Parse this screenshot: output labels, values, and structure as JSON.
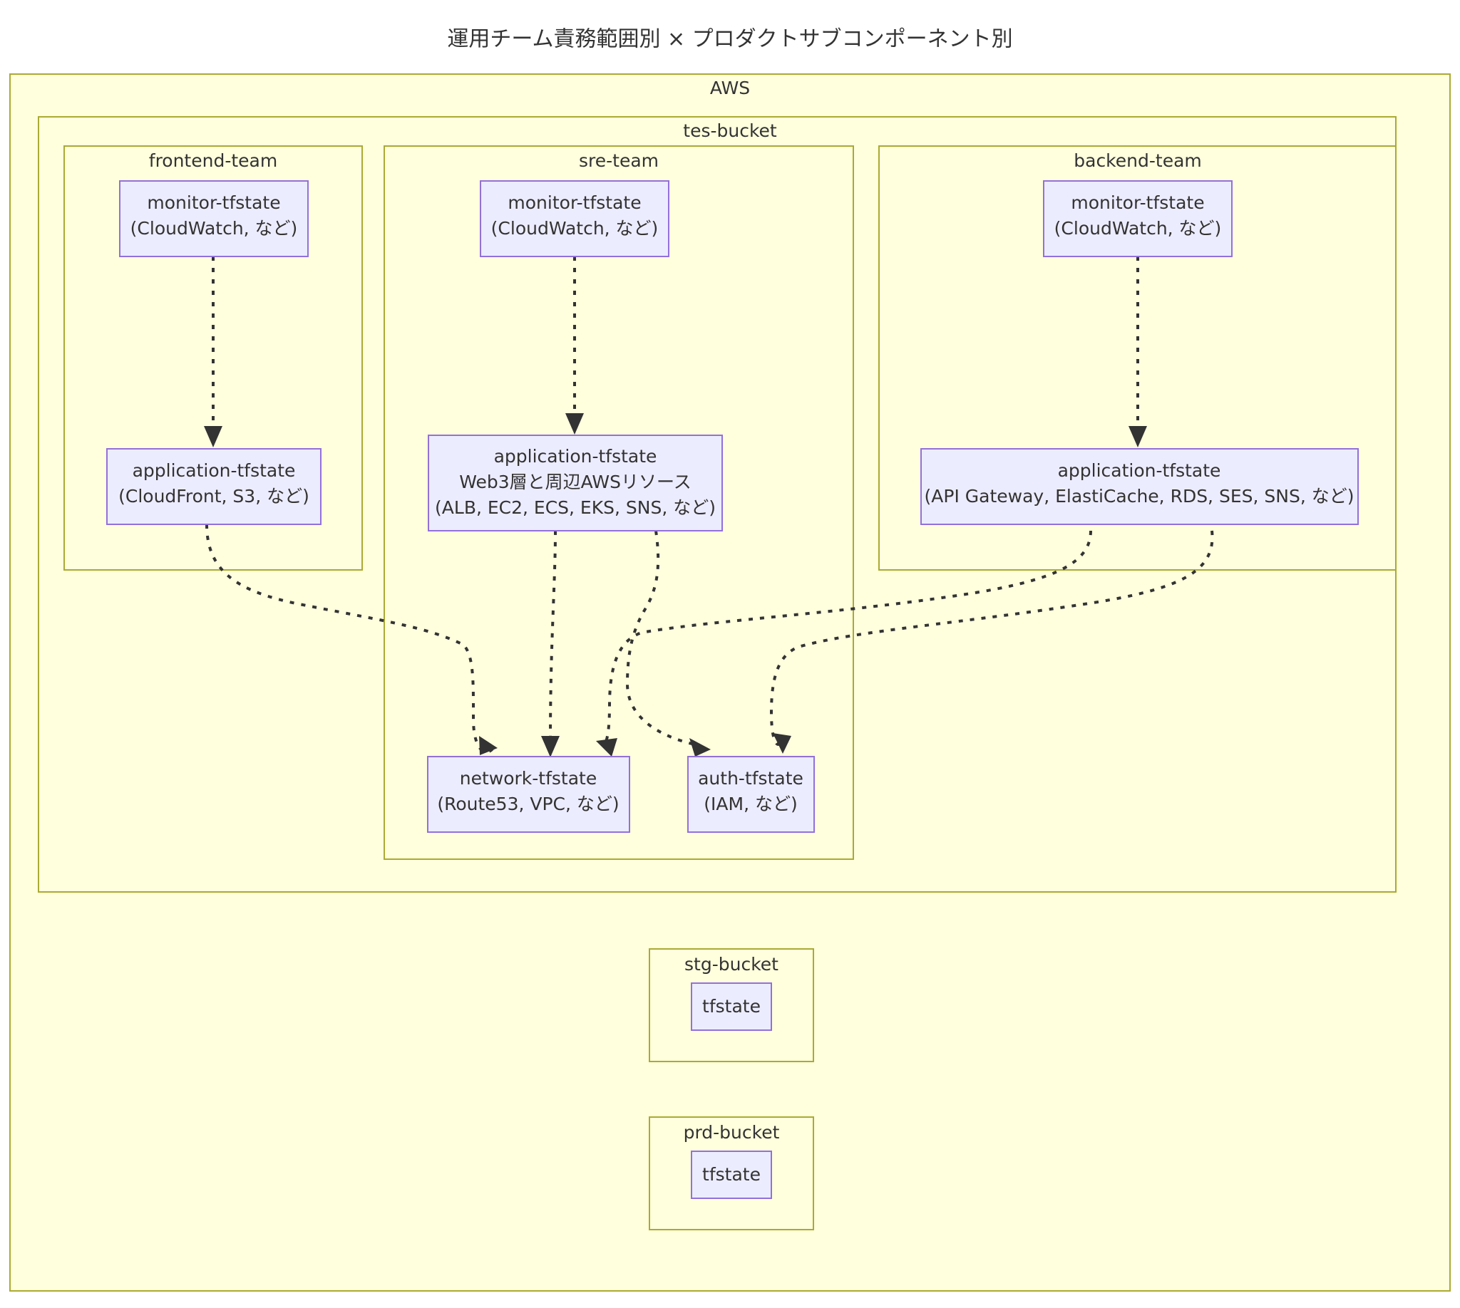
{
  "title": "運用チーム責務範囲別 × プロダクトサブコンポーネント別",
  "clusters": {
    "aws": {
      "label": "AWS"
    },
    "tes_bucket": {
      "label": "tes-bucket"
    },
    "frontend_team": {
      "label": "frontend-team"
    },
    "sre_team": {
      "label": "sre-team"
    },
    "backend_team": {
      "label": "backend-team"
    },
    "stg_bucket": {
      "label": "stg-bucket"
    },
    "prd_bucket": {
      "label": "prd-bucket"
    }
  },
  "nodes": {
    "fe_monitor": {
      "lines": [
        "monitor-tfstate",
        "(CloudWatch, など)"
      ]
    },
    "fe_application": {
      "lines": [
        "application-tfstate",
        "(CloudFront, S3, など)"
      ]
    },
    "sre_monitor": {
      "lines": [
        "monitor-tfstate",
        "(CloudWatch, など)"
      ]
    },
    "sre_application": {
      "lines": [
        "application-tfstate",
        "Web3層と周辺AWSリソース",
        "(ALB, EC2, ECS, EKS, SNS, など)"
      ]
    },
    "be_monitor": {
      "lines": [
        "monitor-tfstate",
        "(CloudWatch, など)"
      ]
    },
    "be_application": {
      "lines": [
        "application-tfstate",
        "(API Gateway, ElastiCache, RDS, SES, SNS, など)"
      ]
    },
    "network": {
      "lines": [
        "network-tfstate",
        "(Route53, VPC, など)"
      ]
    },
    "auth": {
      "lines": [
        "auth-tfstate",
        "(IAM, など)"
      ]
    },
    "stg_tfstate": {
      "lines": [
        "tfstate"
      ]
    },
    "prd_tfstate": {
      "lines": [
        "tfstate"
      ]
    }
  },
  "edges": [
    {
      "from": "fe_monitor",
      "to": "fe_application"
    },
    {
      "from": "sre_monitor",
      "to": "sre_application"
    },
    {
      "from": "be_monitor",
      "to": "be_application"
    },
    {
      "from": "fe_application",
      "to": "network"
    },
    {
      "from": "sre_application",
      "to": "network"
    },
    {
      "from": "sre_application",
      "to": "auth"
    },
    {
      "from": "be_application",
      "to": "network"
    },
    {
      "from": "be_application",
      "to": "auth"
    }
  ],
  "colors": {
    "page_background": "#ffffff",
    "cluster_fill": "#ffffde",
    "cluster_stroke": "#aaaa33",
    "node_fill": "#ececff",
    "node_stroke": "#9370db",
    "text": "#333333",
    "edge": "#333333"
  }
}
